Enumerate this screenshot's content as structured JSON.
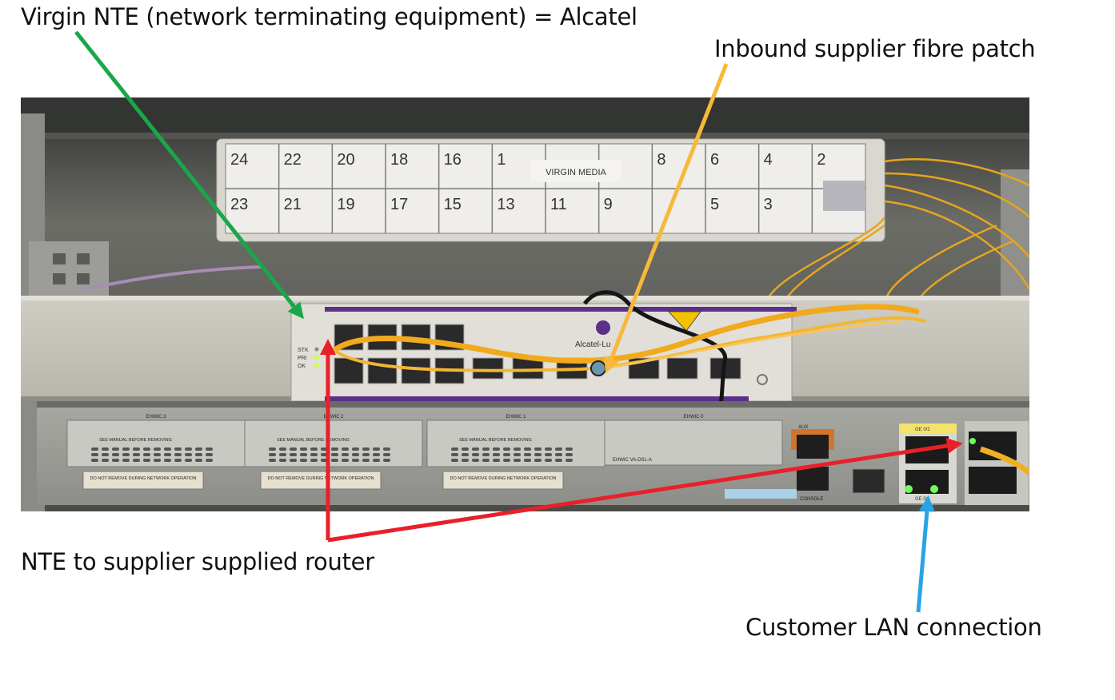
{
  "annotations": {
    "nte_label": "Virgin NTE (network terminating equipment) = Alcatel",
    "fibre_label": "Inbound supplier fibre patch",
    "router_label": "NTE to supplier supplied router",
    "lan_label": "Customer LAN connection"
  },
  "colors": {
    "nte_arrow": "#1aa64a",
    "fibre_arrow": "#f6b93b",
    "router_arrow": "#e8202a",
    "lan_arrow": "#27a4e6"
  },
  "photo": {
    "patch_panel": {
      "brand": "VIRGIN MEDIA",
      "top_row": [
        "24",
        "22",
        "20",
        "18",
        "16",
        "1",
        "",
        "",
        "8",
        "6",
        "4",
        "2"
      ],
      "bottom_row": [
        "23",
        "21",
        "19",
        "17",
        "15",
        "13",
        "11",
        "9",
        "",
        "5",
        "3",
        ""
      ]
    },
    "nte": {
      "brand": "Alcatel-Lu",
      "leds": [
        "STK",
        "PRI",
        "OK"
      ]
    },
    "router": {
      "slots": [
        "EHWIC 3",
        "EHWIC 2",
        "EHWIC 1",
        "EHWIC 0"
      ],
      "warning": "SEE MANUAL BEFORE REMOVING",
      "notice": "DO NOT REMOVE DURING NETWORK OPERATION",
      "module": "EHWIC VA-DSL-A",
      "ports": [
        "AUX",
        "CONSOLE",
        "GE 0/2",
        "GE 0/1"
      ]
    }
  }
}
